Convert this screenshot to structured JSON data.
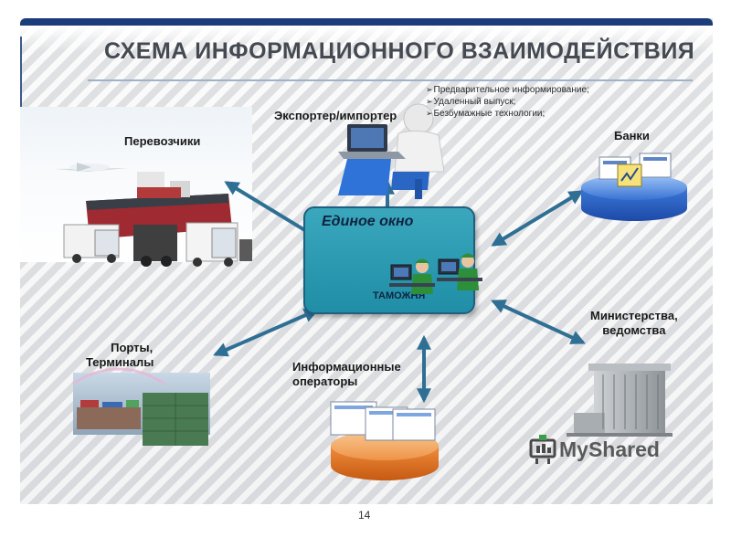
{
  "title": "СХЕМА ИНФОРМАЦИОННОГО ВЗАИМОДЕЙСТВИЯ",
  "center": {
    "title": "Единое окно",
    "customs_label": "ТАМОЖНЯ"
  },
  "nodes": {
    "exporter": "Экспортер/импортер",
    "carriers": "Перевозчики",
    "banks": "Банки",
    "ports_line1": "Порты,",
    "ports_line2": "Терминалы",
    "operators_line1": "Информационные",
    "operators_line2": "операторы",
    "ministries_line1": "Министерства,",
    "ministries_line2": "ведомства"
  },
  "bullets": [
    "Предварительное информирование;",
    "Удаленный выпуск;",
    "Безбумажные технологии;"
  ],
  "brand": "MyShared",
  "page_number": "14",
  "colors": {
    "accent_bar": "#1c3d7a",
    "arrow": "#2f6f94",
    "center_box": "#2a9bb3",
    "bank_db": "#3a73d4",
    "operators_db": "#e07a2a"
  }
}
